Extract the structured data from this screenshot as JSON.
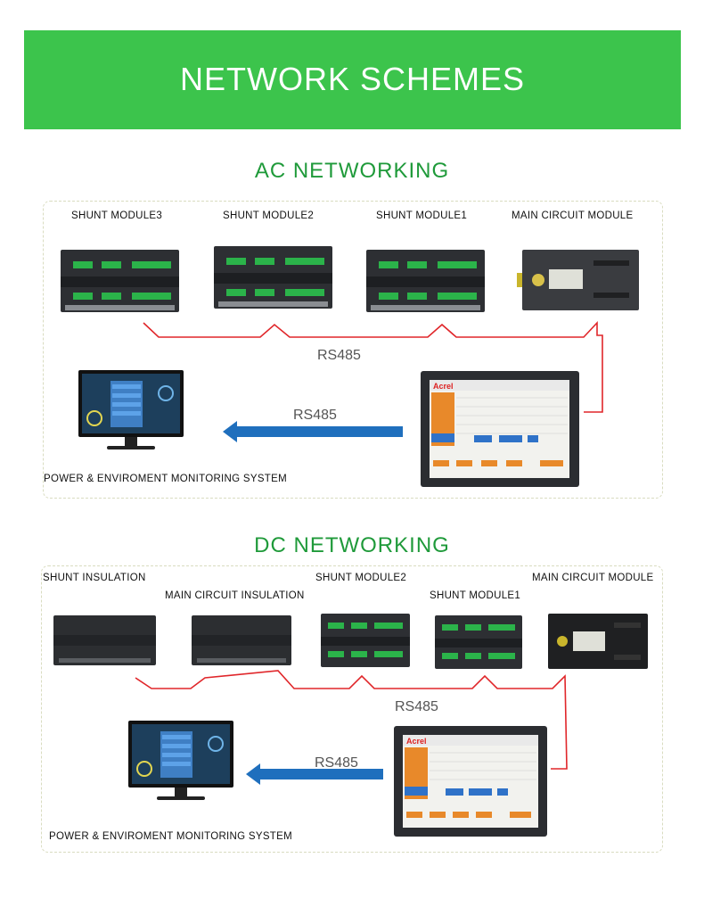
{
  "header": {
    "title": "NETWORK SCHEMES"
  },
  "ac": {
    "title": "AC NETWORKING",
    "labels": {
      "shunt3": "SHUNT MODULE3",
      "shunt2": "SHUNT MODULE2",
      "shunt1": "SHUNT MODULE1",
      "main": "MAIN CIRCUIT MODULE"
    },
    "bus_label": "RS485",
    "arrow_label": "RS485",
    "system_label": "POWER & ENVIROMENT MONITORING SYSTEM",
    "hmi_brand": "Acrel"
  },
  "dc": {
    "title": "DC NETWORKING",
    "labels": {
      "shunt_insulation": "SHUNT INSULATION",
      "main_insulation": "MAIN CIRCUIT INSULATION",
      "shunt2": "SHUNT MODULE2",
      "shunt1": "SHUNT MODULE1",
      "main": "MAIN CIRCUIT MODULE"
    },
    "bus_label": "RS485",
    "arrow_label": "RS485",
    "system_label": "POWER & ENVIROMENT MONITORING SYSTEM",
    "hmi_brand": "Acrel"
  },
  "colors": {
    "banner": "#3cc44c",
    "section_title": "#1f9a3a",
    "wire": "#e0262a",
    "arrow": "#1f6fbd",
    "terminal": "#2bb34a"
  }
}
